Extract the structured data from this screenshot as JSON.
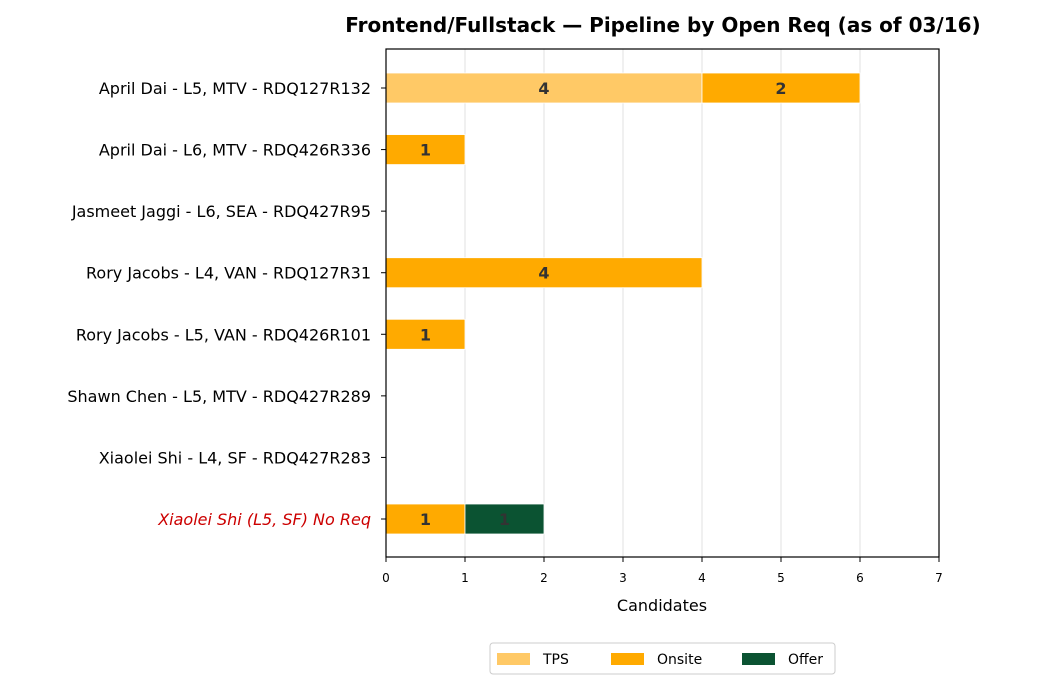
{
  "chart_data": {
    "type": "bar",
    "orientation": "horizontal",
    "stacked": true,
    "title": "Frontend/Fullstack — Pipeline by Open Req (as of 03/16)",
    "xlabel": "Candidates",
    "ylabel": "",
    "xlim": [
      0,
      7
    ],
    "xticks": [
      "0",
      "1",
      "2",
      "3",
      "4",
      "5",
      "6",
      "7"
    ],
    "grid": "vertical",
    "legend_position": "bottom-center",
    "categories": [
      "April Dai - L5, MTV - RDQ127R132",
      "April Dai - L6, MTV - RDQ426R336",
      "Jasmeet Jaggi - L6, SEA - RDQ427R95",
      "Rory Jacobs - L4, VAN - RDQ127R31",
      "Rory Jacobs - L5, VAN - RDQ426R101",
      "Shawn Chen - L5, MTV - RDQ427R289",
      "Xiaolei Shi - L4, SF - RDQ427R283",
      "Xiaolei Shi (L5, SF) No Req"
    ],
    "highlighted_category": "Xiaolei Shi (L5, SF) No Req",
    "highlight_color": "#cc0000",
    "series": [
      {
        "name": "TPS",
        "color": "#ffc966",
        "values": [
          4,
          0,
          0,
          0,
          0,
          0,
          0,
          0
        ]
      },
      {
        "name": "Onsite",
        "color": "#ffaa00",
        "values": [
          2,
          1,
          0,
          4,
          1,
          0,
          0,
          1
        ]
      },
      {
        "name": "Offer",
        "color": "#0b5332",
        "values": [
          0,
          0,
          0,
          0,
          0,
          0,
          0,
          1
        ]
      }
    ]
  }
}
